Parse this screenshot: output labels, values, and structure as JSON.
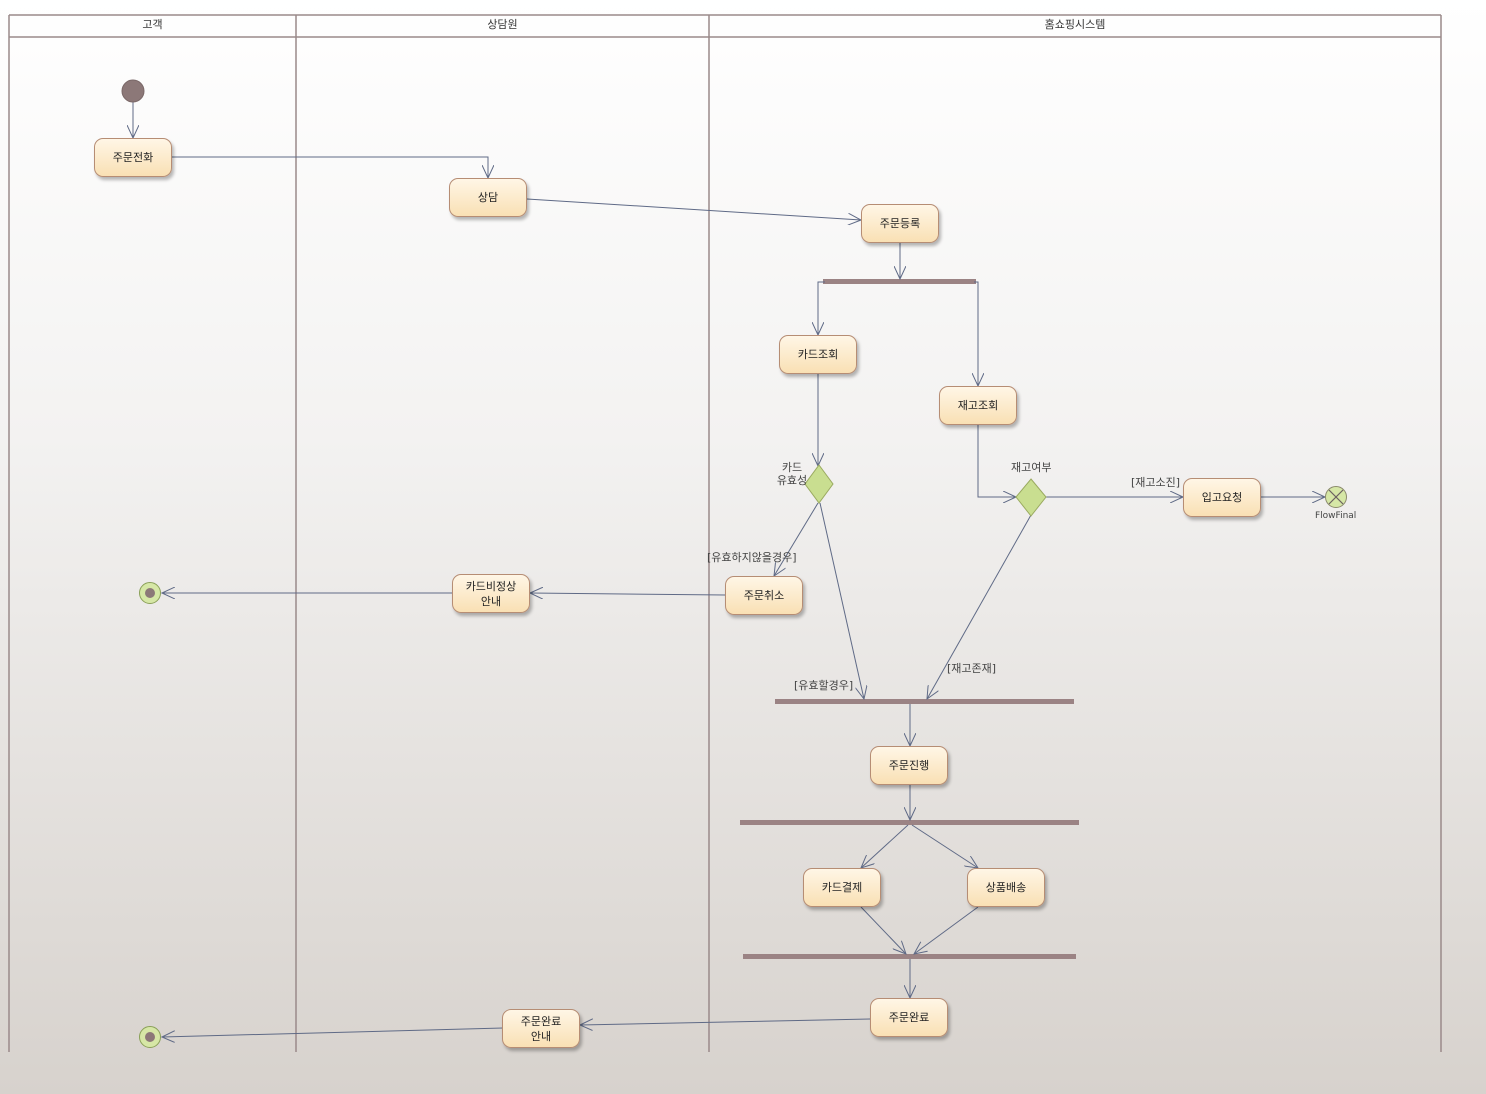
{
  "lanes": {
    "customer": "고객",
    "agent": "상담원",
    "system": "홈쇼핑시스템"
  },
  "actions": {
    "order_call": "주문전화",
    "consult": "상담",
    "order_register": "주문등록",
    "card_lookup": "카드조회",
    "stock_lookup": "재고조회",
    "restock_request": "입고요청",
    "card_invalid_notice": "카드비정상\n안내",
    "order_cancel": "주문취소",
    "order_progress": "주문진행",
    "card_payment": "카드결제",
    "product_delivery": "상품배송",
    "order_complete": "주문완료",
    "order_complete_notice": "주문완료\n안내"
  },
  "decisions": {
    "card_validity": "카드\n유효성",
    "stock_check": "재고여부"
  },
  "guards": {
    "stock_out": "[재고소진]",
    "invalid": "[유효하지않을경우]",
    "valid": "[유효할경우]",
    "stock_exists": "[재고존재]"
  },
  "nodes": {
    "flow_final": "FlowFinal"
  },
  "colors": {
    "line": "#5f6a86",
    "lane_border": "#9a8a8a",
    "fork_bar": "#9b8384",
    "decision_fill": "#c9de90",
    "initial_node": "#8c7878"
  }
}
